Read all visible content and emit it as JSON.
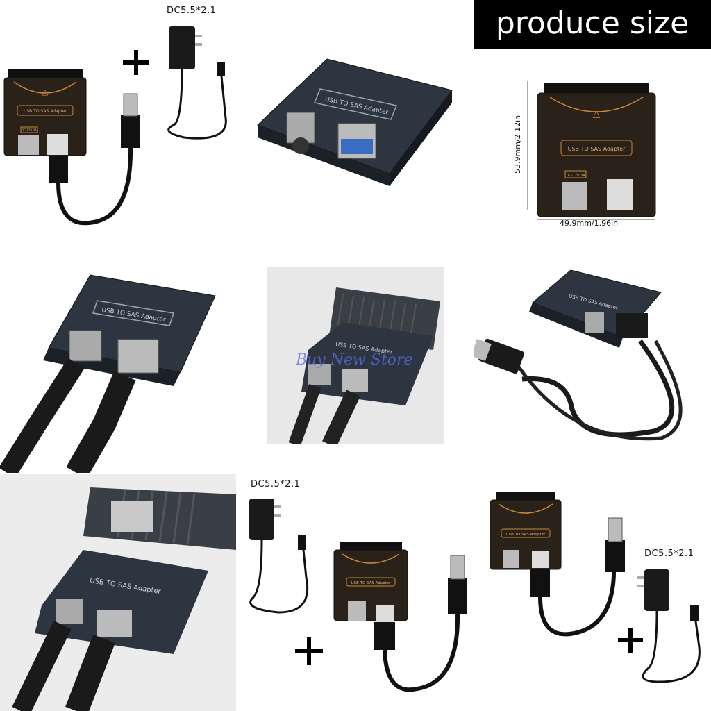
{
  "banner": {
    "title": "produce size"
  },
  "labels": {
    "dc_power_1": "DC5.5*2.1",
    "dc_power_2": "DC5.5*2.1",
    "dc_power_3": "DC5.5*2.1",
    "plus": "+"
  },
  "device": {
    "adapter_label": "USB TO SAS Adapter",
    "power_port_label": "DC-12V 3A",
    "warning_symbol": "△"
  },
  "dimensions": {
    "height": "53.9mm/2.12in",
    "width": "49.9mm/1.96in"
  },
  "watermark": {
    "text": "Buy New Store"
  },
  "colors": {
    "board": "#2a2f36",
    "board_accent": "#c88a3a",
    "banner_bg": "#000000",
    "banner_text": "#ffffff",
    "watermark": "#5a6ee6"
  },
  "icons": [
    "usb-connector-icon",
    "dc-barrel-jack-icon",
    "power-adapter-icon",
    "usb-c-port-icon",
    "warning-triangle-icon",
    "heatsink-icon"
  ]
}
